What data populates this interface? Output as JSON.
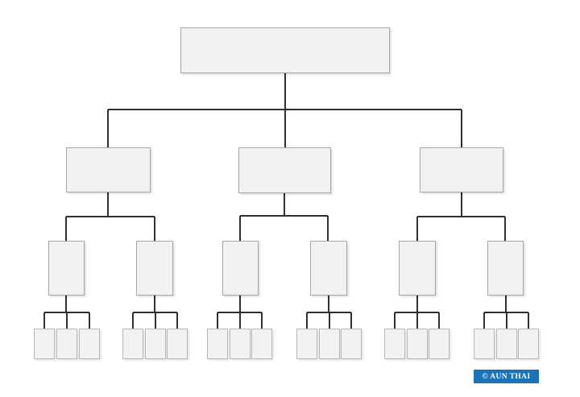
{
  "diagram": {
    "type": "org-chart-template",
    "description": "Blank organizational chart: 1 root box, 3 branch boxes, each branch has 2 sub-boxes, each sub-box has 3 leaf boxes (28 empty nodes total)",
    "structure": {
      "levels": 4,
      "root_nodes": 1,
      "branch_nodes": 3,
      "sub_nodes_per_branch": 2,
      "leaf_nodes_per_sub": 3,
      "total_nodes": 28
    },
    "node_text": "",
    "colors": {
      "background": "#ffffff",
      "node_fill": "#f2f2f2",
      "node_border": "#a6a6a6",
      "leaf_border": "#b8b8b8",
      "connector": "#2f2f2f"
    }
  },
  "watermark": {
    "label": "© AUN THAI",
    "background": "#1b72b7",
    "text_color": "#ffffff"
  }
}
